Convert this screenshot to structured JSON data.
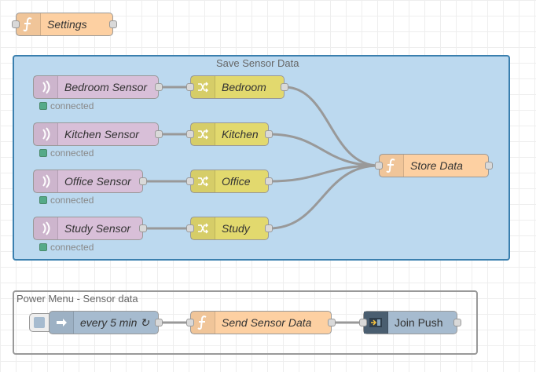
{
  "settings_node": {
    "label": "Settings",
    "icon": "function-icon"
  },
  "group_sensor": {
    "label": "Save Sensor Data",
    "nodes": {
      "bedroom_sensor": "Bedroom Sensor",
      "kitchen_sensor": "Kitchen Sensor",
      "office_sensor": "Office Sensor",
      "study_sensor": "Study Sensor",
      "bedroom_switch": "Bedroom",
      "kitchen_switch": "Kitchen",
      "office_switch": "Office",
      "study_switch": "Study",
      "store": "Store Data"
    },
    "status_text": "connected"
  },
  "group_power": {
    "label": "Power Menu - Sensor data",
    "inject": "every 5 min ↻",
    "send": "Send Sensor Data",
    "push": "Join Push"
  },
  "colors": {
    "function": "#fdd0a2",
    "sensor": "#d8bfd8",
    "switch": "#e2d96e",
    "inject": "#a6bbcf",
    "group_fill": "#bcd9ef",
    "group_border": "#3a7fae",
    "status": "#5aa888"
  }
}
